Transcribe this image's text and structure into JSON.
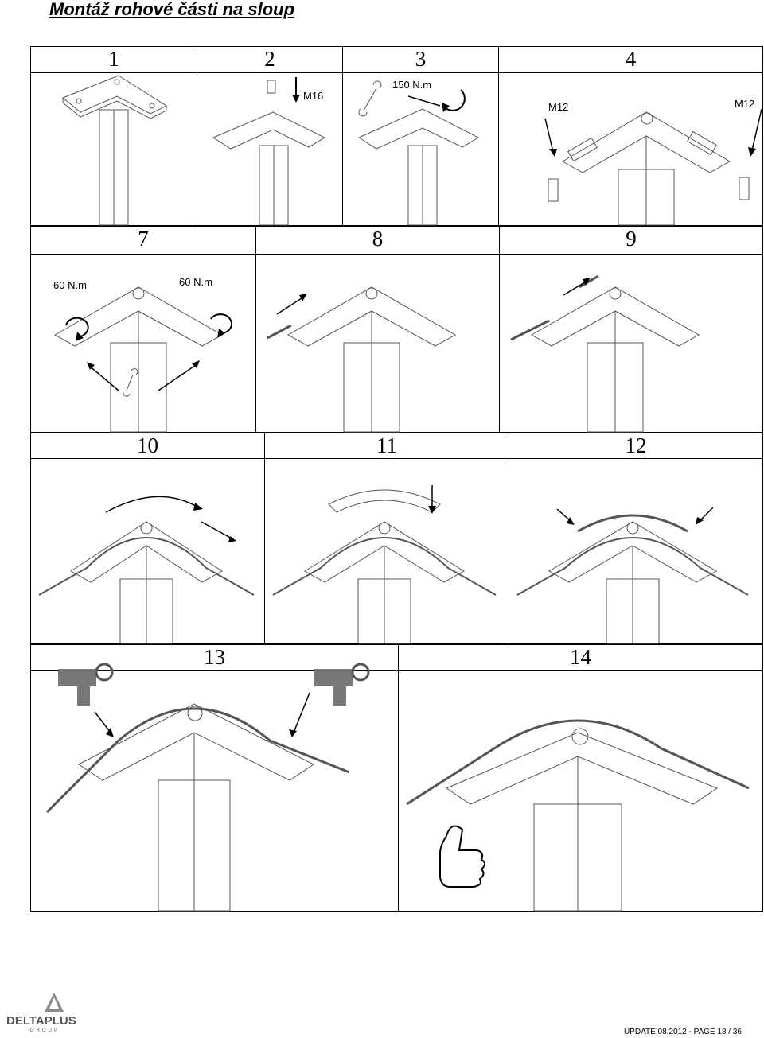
{
  "page": {
    "title": "Montáž rohové části na sloup",
    "footer": "UPDATE 08.2012   -  PAGE  18 / 36"
  },
  "logo": {
    "brand": "DELTAPLUS",
    "sub": "GROUP"
  },
  "steps": {
    "s1": {
      "number": "1"
    },
    "s2": {
      "number": "2",
      "label": "M16"
    },
    "s3": {
      "number": "3",
      "label": "150 N.m"
    },
    "s4": {
      "number": "4",
      "label_left": "M12",
      "label_right": "M12"
    },
    "s7": {
      "number": "7",
      "label_left": "60 N.m",
      "label_right": "60 N.m"
    },
    "s8": {
      "number": "8"
    },
    "s9": {
      "number": "9"
    },
    "s10": {
      "number": "10"
    },
    "s11": {
      "number": "11"
    },
    "s12": {
      "number": "12"
    },
    "s13": {
      "number": "13"
    },
    "s14": {
      "number": "14"
    }
  },
  "colors": {
    "line": "#000000",
    "drawing": "#555555",
    "logo": "#8a8a8a"
  }
}
